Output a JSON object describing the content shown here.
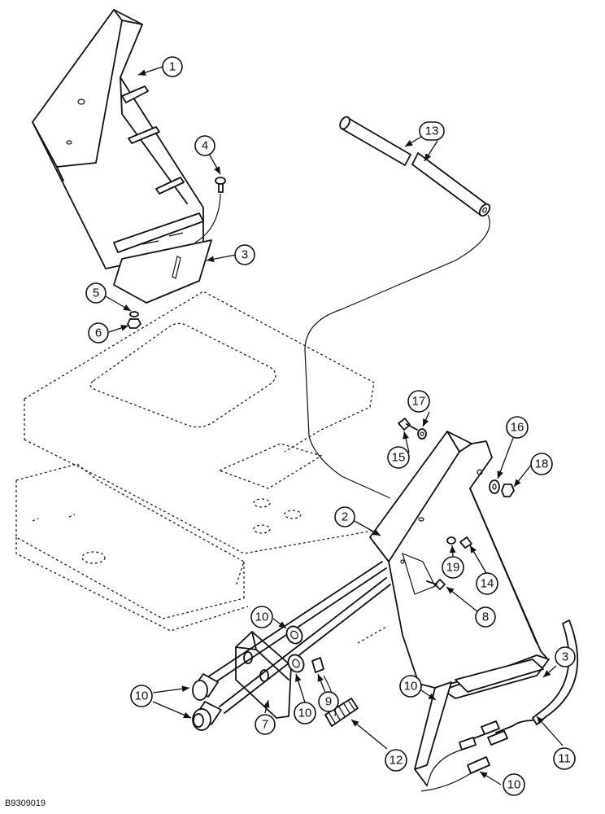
{
  "document": {
    "id": "B9309019"
  },
  "callouts": [
    "1",
    "2",
    "3",
    "4",
    "5",
    "6",
    "7",
    "8",
    "9",
    "10",
    "11",
    "12",
    "13",
    "14",
    "15",
    "16",
    "17",
    "18",
    "19"
  ]
}
